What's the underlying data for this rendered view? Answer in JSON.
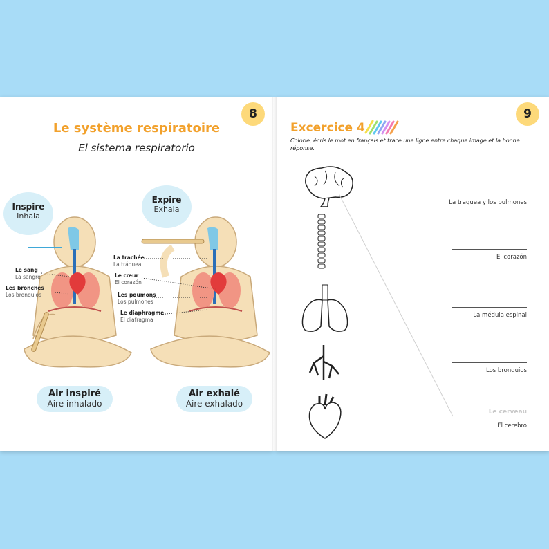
{
  "left_page": {
    "page_number": "8",
    "title": "Le système respiratoire",
    "subtitle": "El sistema respiratorio",
    "bubble_inspire": {
      "fr": "Inspire",
      "es": "Inhala"
    },
    "bubble_expire": {
      "fr": "Expire",
      "es": "Exhala"
    },
    "labels": [
      {
        "fr": "Le sang",
        "es": "La sangre"
      },
      {
        "fr": "Les bronches",
        "es": "Los bronquios"
      },
      {
        "fr": "La trachée",
        "es": "La tráquea"
      },
      {
        "fr": "Le cœur",
        "es": "El corazón"
      },
      {
        "fr": "Les poumons",
        "es": "Los pulmones"
      },
      {
        "fr": "Le diaphragme",
        "es": "El diafragma"
      }
    ],
    "caption_inspired": {
      "fr": "Air inspiré",
      "es": "Aire inhalado"
    },
    "caption_exhaled": {
      "fr": "Air exhalé",
      "es": "Aire exhalado"
    }
  },
  "right_page": {
    "page_number": "9",
    "title": "Excercice 4",
    "instructions": "Colorie, écris le mot en français et trace une ligne entre chaque image et la bonne réponse.",
    "images": [
      "brain-icon",
      "spine-icon",
      "lungs-icon",
      "bronchi-icon",
      "heart-icon"
    ],
    "answers": [
      "La traquea y los pulmones",
      "El corazón",
      "La médula espinal",
      "Los bronquios",
      "El cerebro"
    ],
    "sample_word": "Le cerveau"
  },
  "colors": {
    "background": "#a8dcf7",
    "accent": "#f2a12c",
    "badge": "#fdd97a",
    "bubble": "#d7eff8",
    "skin": "#f5dfb7"
  }
}
